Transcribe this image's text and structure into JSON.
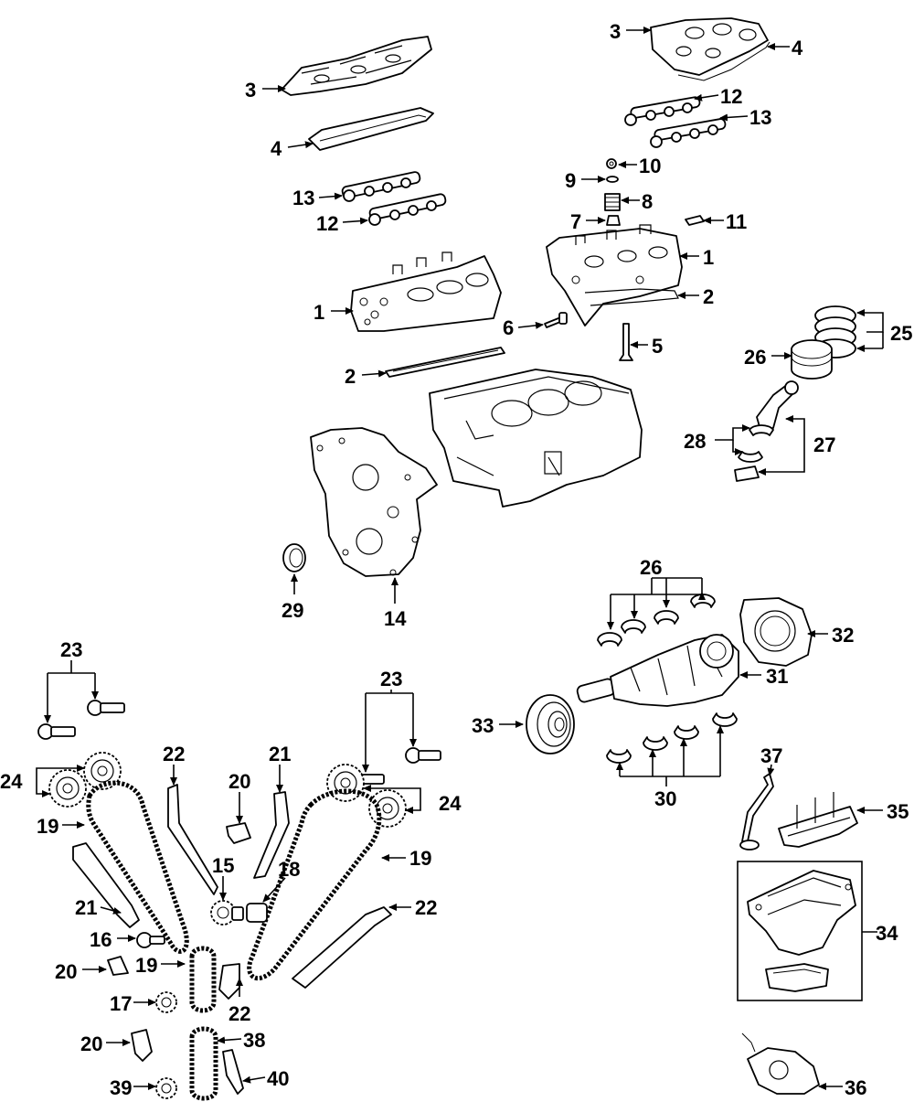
{
  "callouts": [
    "1",
    "2",
    "3",
    "4",
    "5",
    "6",
    "7",
    "8",
    "9",
    "10",
    "11",
    "12",
    "13",
    "14",
    "15",
    "16",
    "17",
    "18",
    "19",
    "20",
    "21",
    "22",
    "23",
    "24",
    "25",
    "26",
    "27",
    "28",
    "29",
    "30",
    "31",
    "32",
    "33",
    "34",
    "35",
    "36",
    "37",
    "38",
    "39",
    "40"
  ]
}
